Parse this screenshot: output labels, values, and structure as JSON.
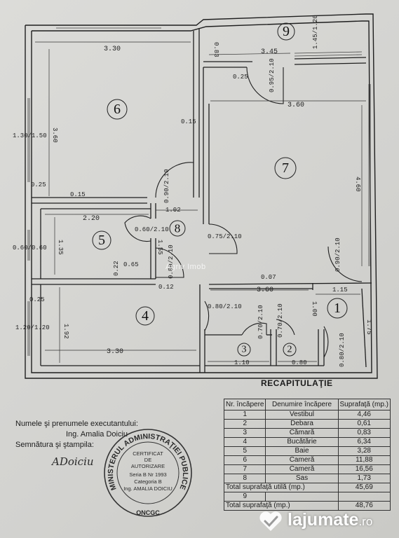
{
  "plan": {
    "rooms": [
      "1",
      "2",
      "3",
      "4",
      "5",
      "6",
      "7",
      "8",
      "9"
    ],
    "dims": {
      "r6_w": "3.30",
      "r6_h": "3.60",
      "r6_wall": "0.15",
      "r6_corner": "0.15",
      "r9_h": "0.83",
      "r9_w": "3.45",
      "r9_door": "1.45/1.20",
      "r9_small": "0.25",
      "r9_opening": "0.95/2.10",
      "r7_w": "3.60",
      "r7_h": "4.60",
      "r7_door": "0.90/2.10",
      "r8_top": "1.02",
      "r8_door_a": "0.90/2.10",
      "r8_door_b": "0.75/2.10",
      "r8_door_c": "0.80/2.10",
      "r8_side": "1.55",
      "r5_w": "2.20",
      "r5_h": "1.35",
      "r5_door": "0.60/2.10",
      "r5_low": "0.22",
      "r5_low2": "0.65",
      "win_l1": "1.30/1.50",
      "win_l2": "0.60/0.60",
      "win_l3": "1.20/1.20",
      "wall_a": "0.25",
      "wall_b": "0.25",
      "r4_w": "3.30",
      "r4_h": "1.92",
      "r4_door": "0.80/2.10",
      "r4_small": "0.12",
      "r1_w": "3.60",
      "r1_w2": "1.15",
      "r1_h": "1.00",
      "r1_h2": "1.75",
      "r1_door": "0.80/2.10",
      "r1_small": "0.07",
      "r3_w": "1.10",
      "r3_door": "0.70/2.10",
      "r2_w": "0.80",
      "r2_door": "0.70/2.10"
    }
  },
  "recap": {
    "title": "RECAPITULAŢIE",
    "headers": [
      "Nr. încăpere",
      "Denumire încăpere",
      "Suprafaţă (mp.)"
    ],
    "rows": [
      {
        "nr": "1",
        "name": "Vestibul",
        "area": "4,46"
      },
      {
        "nr": "2",
        "name": "Debara",
        "area": "0,61"
      },
      {
        "nr": "3",
        "name": "Cămară",
        "area": "0,83"
      },
      {
        "nr": "4",
        "name": "Bucătărie",
        "area": "6,34"
      },
      {
        "nr": "5",
        "name": "Baie",
        "area": "3,28"
      },
      {
        "nr": "6",
        "name": "Cameră",
        "area": "11,88"
      },
      {
        "nr": "7",
        "name": "Cameră",
        "area": "16,56"
      },
      {
        "nr": "8",
        "name": "Sas",
        "area": "1,73"
      }
    ],
    "total_util_label": "Total suprafaţă utilă (mp.)",
    "total_util": "45,69",
    "row9_nr": "9",
    "total_label": "Total suprafaţă (mp.)",
    "total": "48,76"
  },
  "signature": {
    "line1": "Numele şi prenumele executantului:",
    "line2": "Ing. Amalia Doiciu",
    "line3": "Semnătura şi ştampila:",
    "handwriting": "ADoiciu"
  },
  "seal": {
    "outer_text": "MINISTERUL ADMINISTRAŢIEI PUBLICE",
    "bottom_text": "ONCGC",
    "l1": "CERTIFICAT",
    "l2": "DE",
    "l3": "AUTORIZARE",
    "l4": "Seria B Nr 1993",
    "l5": "Categoria B",
    "l6": "Ing. AMALIA DOICIU"
  },
  "watermark": "Agriv Imob",
  "brand": {
    "name": "lajumate",
    "tld": ".ro"
  },
  "colors": {
    "paper": "#d7d7d4",
    "ink": "#1c1c1c",
    "brand_mark": "#ffffff"
  }
}
